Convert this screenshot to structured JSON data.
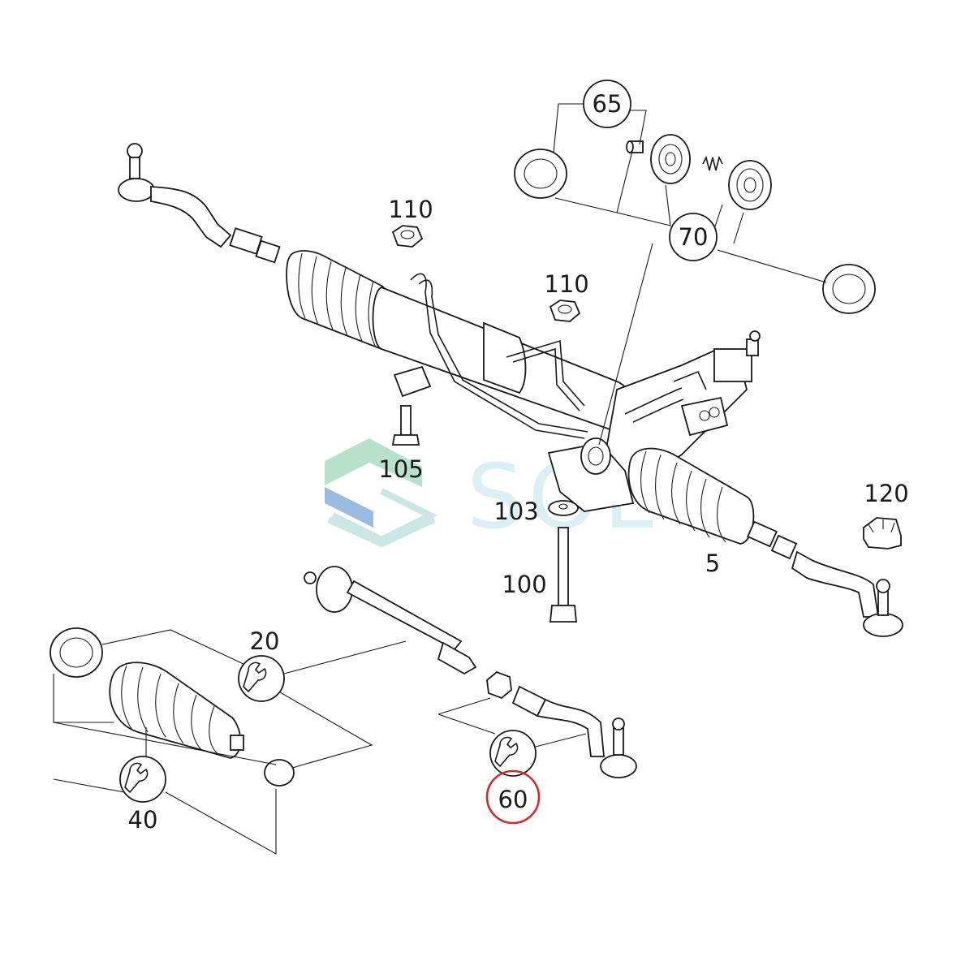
{
  "diagram": {
    "callouts": {
      "c5": "5",
      "c20": "20",
      "c40": "40",
      "c60": "60",
      "c65": "65",
      "c70": "70",
      "c100": "100",
      "c103": "103",
      "c105": "105",
      "c110a": "110",
      "c110b": "110",
      "c120": "120"
    },
    "watermark": {
      "text": "SOL"
    },
    "icons": {
      "wrench": "wrench-icon"
    },
    "colors": {
      "line": "#1a1a1a",
      "highlight_ring": "#d42a2a",
      "watermark_text": "#bfe4ec",
      "watermark_blue": "#4a86c8",
      "watermark_green": "#7fc9a6"
    }
  }
}
